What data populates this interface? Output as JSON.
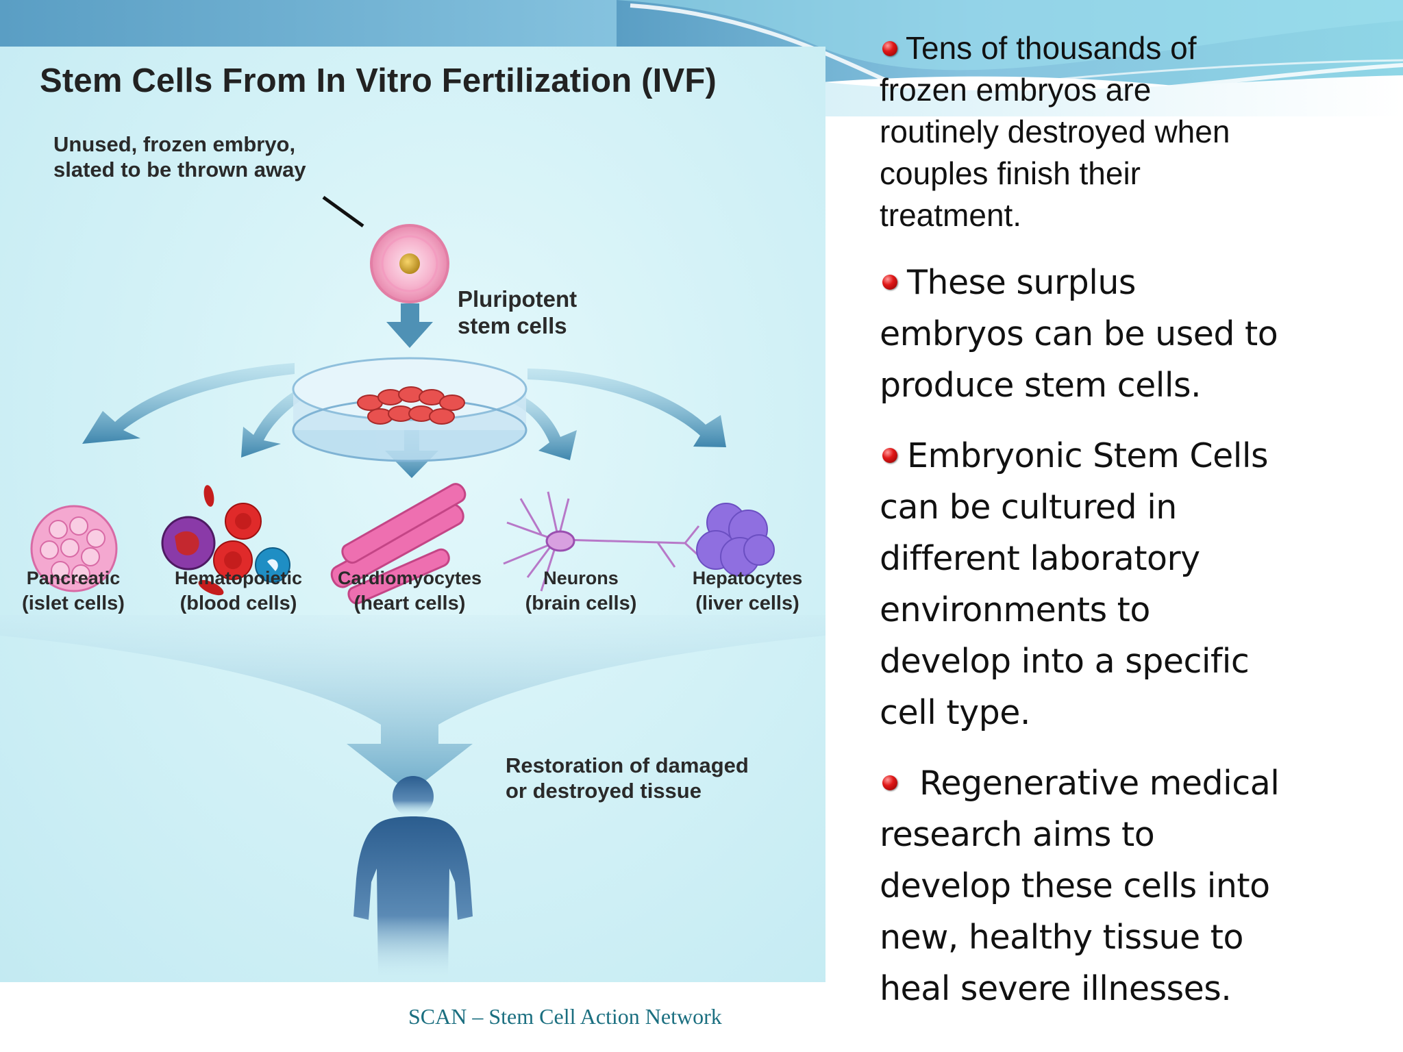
{
  "figure": {
    "title": "Stem Cells From In Vitro Fertilization (IVF)",
    "embryo_label": "Unused, frozen embryo,\nslated to be thrown away",
    "pluripotent_label": "Pluripotent\nstem cells",
    "restoration_label": "Restoration of damaged\nor destroyed tissue",
    "cell_types": [
      {
        "name": "Pancreatic",
        "sub": "(islet cells)"
      },
      {
        "name": "Hematopoietic",
        "sub": "(blood cells)"
      },
      {
        "name": "Cardiomyocytes",
        "sub": "(heart cells)"
      },
      {
        "name": "Neurons",
        "sub": "(brain cells)"
      },
      {
        "name": "Hepatocytes",
        "sub": "(liver cells)"
      }
    ]
  },
  "bullets": [
    "Tens of thousands of\nfrozen embryos are\nroutinely destroyed when\ncouples finish their\ntreatment.",
    "These surplus\nembryos  can be used to\nproduce stem cells.",
    "Embryonic Stem Cells\ncan be cultured in\ndifferent laboratory\nenvironments to\ndevelop into a specific\ncell type.",
    "Regenerative medical\nresearch aims to\ndevelop these cells into\nnew, healthy tissue to\nheal severe illnesses."
  ],
  "footer": "SCAN – Stem Cell Action Network",
  "colors": {
    "accent_teal": "#1b6f80",
    "bullet_red": "#e01818",
    "figure_bg": "#d4f2f7",
    "arrow_blue": "#3f86ad"
  },
  "icons": [
    "bullet-sphere-icon",
    "embryo-icon",
    "petri-dish-icon",
    "human-silhouette-icon"
  ]
}
